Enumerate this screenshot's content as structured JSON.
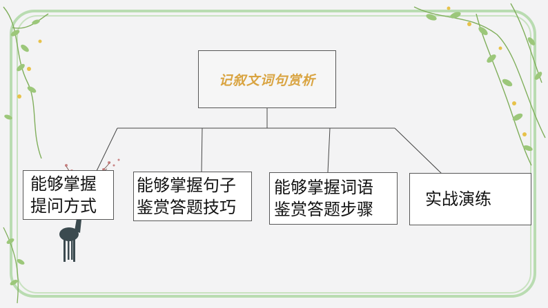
{
  "diagram": {
    "root": "记叙文词句赏析",
    "children": [
      {
        "line1": "能够掌握",
        "line2": "提问方式"
      },
      {
        "line1": "能够掌握句子",
        "line2": "鉴赏答题技巧"
      },
      {
        "line1": "能够掌握词语",
        "line2": "鉴赏答题步骤"
      },
      {
        "line1": "实战演练",
        "line2": ""
      }
    ]
  },
  "colors": {
    "root_text": "#d9a441",
    "frame": "#b9dcb1",
    "leaf_green": "#8ebd6a",
    "flower_yellow": "#e7c24a"
  }
}
